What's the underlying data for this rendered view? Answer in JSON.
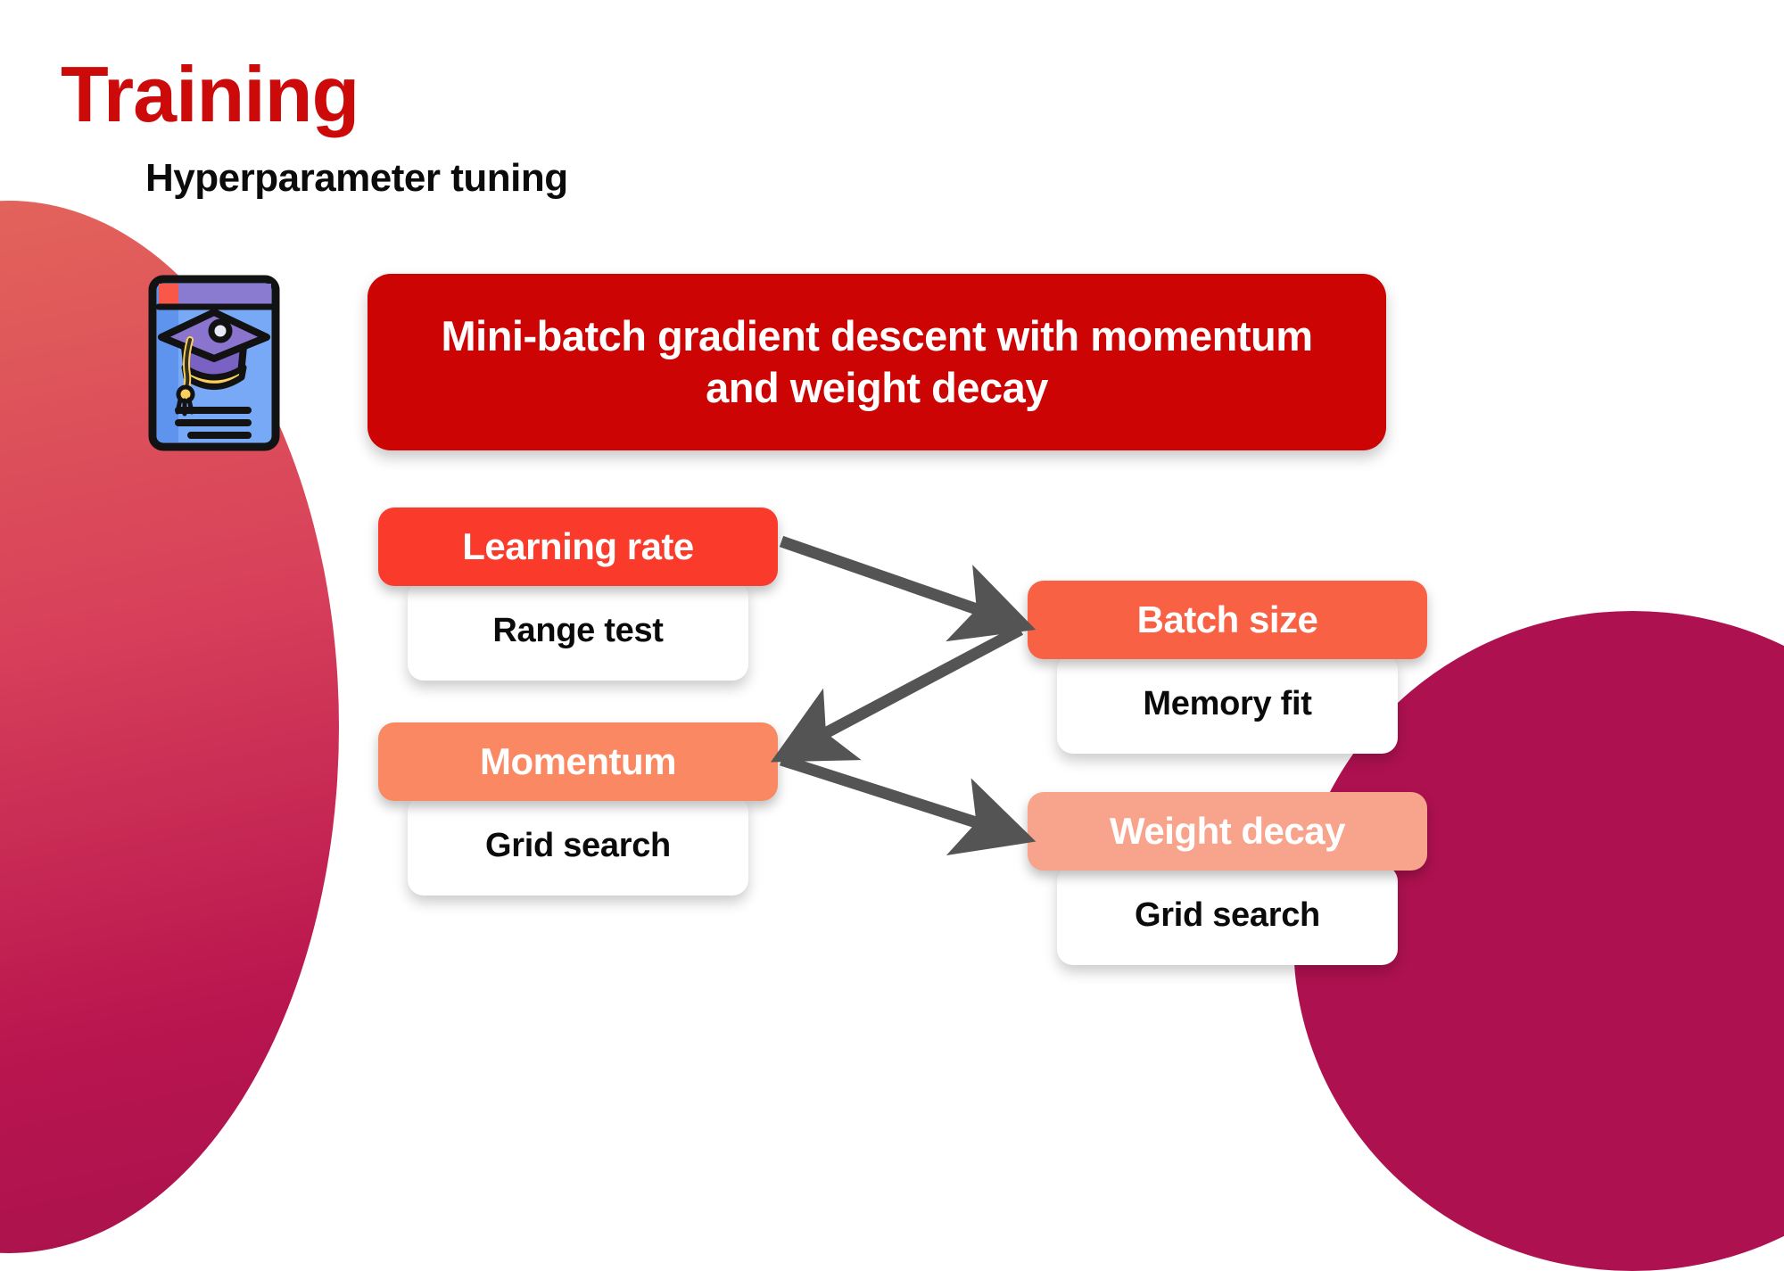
{
  "header": {
    "title": "Training",
    "subtitle": "Hyperparameter tuning"
  },
  "icon": {
    "name": "graduation-book-icon"
  },
  "banner": {
    "text": "Mini-batch gradient descent with momentum and weight decay",
    "color": "#CC0404"
  },
  "cards": [
    {
      "id": "learning-rate",
      "title": "Learning rate",
      "detail": "Range test",
      "color": "#FA3A2A"
    },
    {
      "id": "momentum",
      "title": "Momentum",
      "detail": "Grid search",
      "color": "#F98863"
    },
    {
      "id": "batch-size",
      "title": "Batch size",
      "detail": "Memory fit",
      "color": "#F96144"
    },
    {
      "id": "weight-decay",
      "title": "Weight decay",
      "detail": "Grid search",
      "color": "#F8A48C"
    }
  ],
  "arrows": [
    {
      "from": "learning-rate",
      "to": "batch-size"
    },
    {
      "from": "batch-size",
      "to": "momentum"
    },
    {
      "from": "momentum",
      "to": "weight-decay"
    }
  ],
  "palette": {
    "title_red": "#CC0A0A",
    "banner_red": "#CC0404",
    "arrow_gray": "#545454",
    "blob_top": "#E4695B",
    "blob_bottom": "#A8124C",
    "blob_corner": "#AE1150",
    "card_text_dark": "#0B0B0B"
  }
}
